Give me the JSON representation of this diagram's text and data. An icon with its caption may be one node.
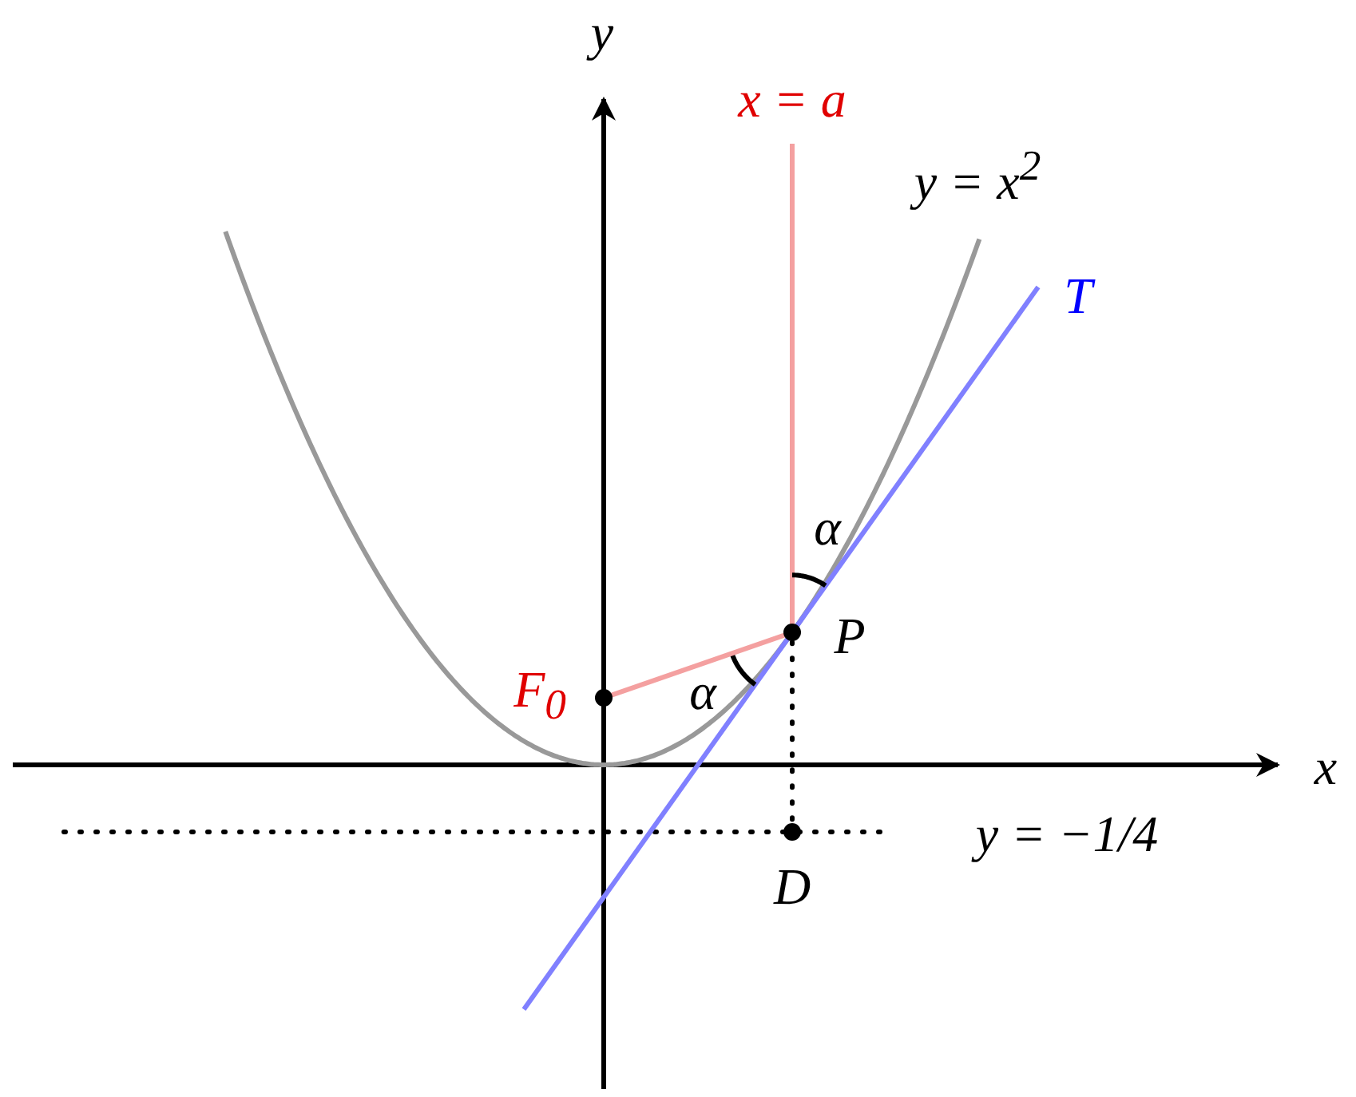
{
  "diagram": {
    "nodes": [
      {
        "text": [],
        "shape": "circle",
        "beside": [
          "F$_{0}$"
        ]
      },
      {
        "text": [],
        "shape": "circle",
        "beside": [
          "P"
        ]
      },
      {
        "text": [],
        "shape": "circle",
        "beside": [
          "D"
        ]
      }
    ],
    "edges": [
      {
        "from": 0,
        "to": 1,
        "arrow": "none",
        "color": "#f4a0a0"
      },
      {
        "from": 1,
        "to": 2,
        "arrow": "none",
        "style": "dashed",
        "color": "#000000"
      }
    ],
    "labels": [
      "y",
      "x = a",
      "y = x$^{2}$",
      "T",
      "α",
      "α",
      "x",
      "y = −1/4"
    ]
  }
}
